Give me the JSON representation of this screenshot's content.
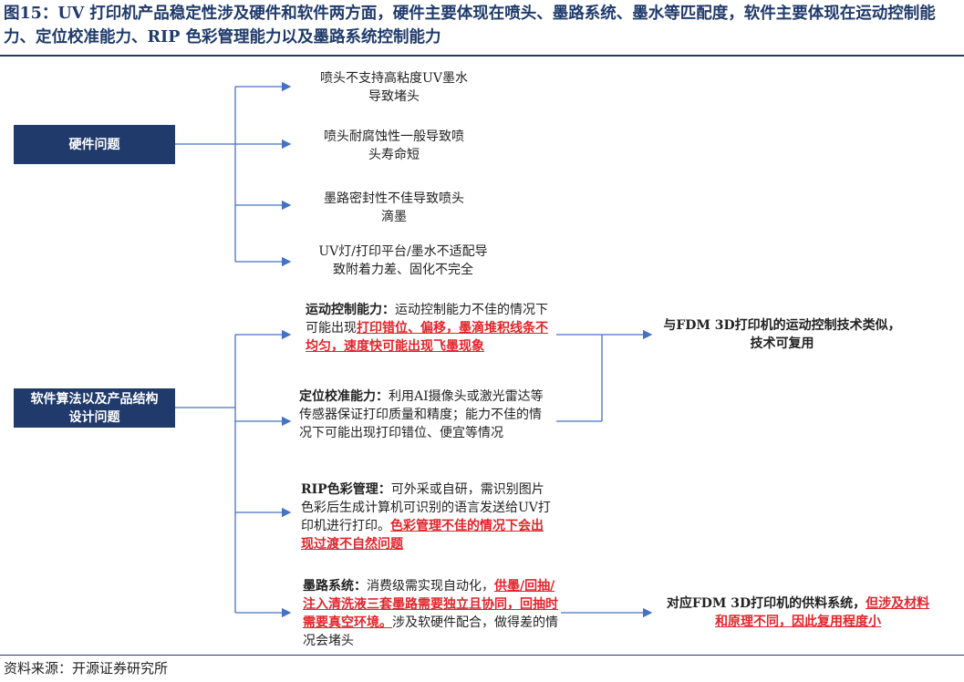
{
  "title": "图15：UV 打印机产品稳定性涉及硬件和软件两方面，硬件主要体现在喷头、墨路系统、墨水等匹配度，软件主要体现在运动控制能力、定位校准能力、RIP 色彩管理能力以及墨路系统控制能力",
  "source": "资料来源：开源证券研究所",
  "colors": {
    "navy": "#1f3a6b",
    "red": "#e0252b",
    "arrow": "#4472c4"
  },
  "hardware": {
    "label": "硬件问题",
    "items": [
      {
        "line1": "喷头不支持高粘度UV墨水",
        "line2": "导致堵头"
      },
      {
        "line1": "喷头耐腐蚀性一般导致喷",
        "line2": "头寿命短"
      },
      {
        "line1": "墨路密封性不佳导致喷头",
        "line2": "滴墨"
      },
      {
        "line1": "UV灯/打印平台/墨水不适配导",
        "line2": "致附着力差、固化不完全"
      }
    ]
  },
  "software": {
    "label": "软件算法以及产品结构设计问题",
    "items": [
      {
        "head": "运动控制能力：",
        "text1": "运动控制能力不佳的情况下可能出现",
        "red": "打印错位、偏移，墨滴堆积线条不均匀，速度快可能出现飞墨现象",
        "text2": ""
      },
      {
        "head": "定位校准能力：",
        "text1": "利用AI摄像头或激光雷达等传感器保证打印质量和精度；能力不佳的情况下可能出现打印错位、便宜等情况",
        "red": "",
        "text2": ""
      },
      {
        "head": "RIP色彩管理：",
        "text1": "可外采或自研，需识别图片色彩后生成计算机可识别的语言发送给UV打印机进行打印。",
        "red": "色彩管理不佳的情况下会出现过渡不自然问题",
        "text2": ""
      },
      {
        "head": "墨路系统：",
        "text1": "消费级需实现自动化，",
        "red": "供墨/回抽/注入清洗液三套墨路需要独立且协同，回抽时需要真空环境。",
        "text2": "涉及软硬件配合，做得差的情况会堵头"
      }
    ]
  },
  "conclusions": [
    {
      "text": "与FDM 3D打印机的运动控制技术类似，技术可复用",
      "red": ""
    },
    {
      "text": "对应FDM 3D打印机的供料系统，",
      "red": "但涉及材料和原理不同，因此复用程度小"
    }
  ]
}
